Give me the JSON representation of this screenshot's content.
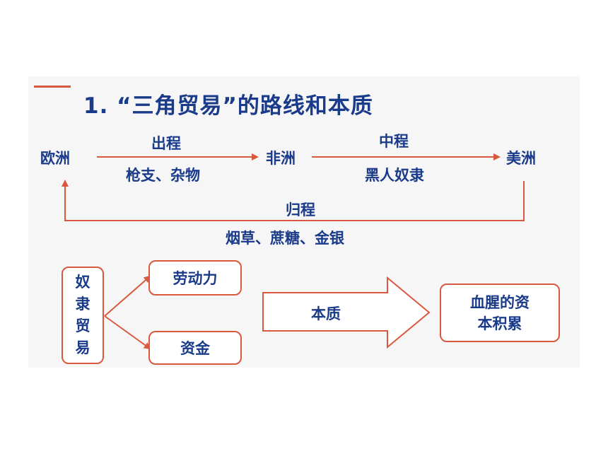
{
  "title": "1. “三角贸易”的路线和本质",
  "route": {
    "europe": "欧洲",
    "africa": "非洲",
    "americas": "美洲",
    "outward": {
      "label": "出程",
      "goods": "枪支、杂物"
    },
    "middle": {
      "label": "中程",
      "goods": "黑人奴隶"
    },
    "return": {
      "label": "归程",
      "goods": "烟草、蔗糖、金银"
    }
  },
  "essence": {
    "slave_trade": [
      "奴",
      "隶",
      "贸",
      "易"
    ],
    "labor": "劳动力",
    "capital": "资金",
    "arrow_label": "本质",
    "result": "血腥的资本积累"
  },
  "colors": {
    "arrow": "#d9593f",
    "text": "#1a3a8a",
    "box_border": "#d9593f",
    "background": "#f6f6f6"
  }
}
